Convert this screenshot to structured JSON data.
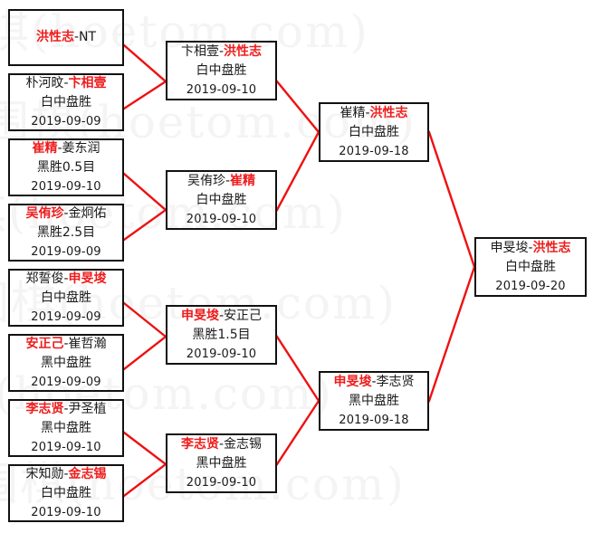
{
  "watermark": {
    "text": "围棋(hoetom.com)",
    "color": "#f4f4f4",
    "repeat_rows": 6
  },
  "colors": {
    "winner": "#ef1c1c",
    "loser": "#1a1a1a",
    "box_border": "#111111",
    "connector": "#ee1111",
    "background": "#ffffff"
  },
  "bracket": {
    "rounds": [
      {
        "name": "round-1",
        "matches": [
          {
            "id": "r1m1",
            "winner": "洪性志",
            "loser": "NT",
            "result": "",
            "date": ""
          },
          {
            "id": "r1m2",
            "winner": "卞相壹",
            "loser": "朴河旼",
            "winner_first": false,
            "result": "白中盘胜",
            "date": "2019-09-09"
          },
          {
            "id": "r1m3",
            "winner": "崔精",
            "loser": "姜东润",
            "result": "黑胜0.5目",
            "date": "2019-09-10"
          },
          {
            "id": "r1m4",
            "winner": "吴侑珍",
            "loser": "金炯佑",
            "result": "黑胜2.5目",
            "date": "2019-09-09"
          },
          {
            "id": "r1m5",
            "winner": "申旻埈",
            "loser": "郑誓俊",
            "winner_first": false,
            "result": "白中盘胜",
            "date": "2019-09-09"
          },
          {
            "id": "r1m6",
            "winner": "安正己",
            "loser": "崔哲瀚",
            "result": "黑中盘胜",
            "date": "2019-09-09"
          },
          {
            "id": "r1m7",
            "winner": "李志贤",
            "loser": "尹圣植",
            "result": "黑中盘胜",
            "date": "2019-09-10"
          },
          {
            "id": "r1m8",
            "winner": "金志锡",
            "loser": "宋知勋",
            "winner_first": false,
            "result": "白中盘胜",
            "date": "2019-09-10"
          }
        ]
      },
      {
        "name": "round-2",
        "matches": [
          {
            "id": "r2m1",
            "winner": "洪性志",
            "loser": "卞相壹",
            "winner_first": false,
            "result": "白中盘胜",
            "date": "2019-09-10"
          },
          {
            "id": "r2m2",
            "winner": "崔精",
            "loser": "吴侑珍",
            "winner_first": false,
            "result": "白中盘胜",
            "date": "2019-09-10"
          },
          {
            "id": "r2m3",
            "winner": "申旻埈",
            "loser": "安正己",
            "result": "黑胜1.5目",
            "date": "2019-09-10"
          },
          {
            "id": "r2m4",
            "winner": "李志贤",
            "loser": "金志锡",
            "result": "黑中盘胜",
            "date": "2019-09-10"
          }
        ]
      },
      {
        "name": "semifinal",
        "matches": [
          {
            "id": "r3m1",
            "winner": "洪性志",
            "loser": "崔精",
            "winner_first": false,
            "result": "白中盘胜",
            "date": "2019-09-18"
          },
          {
            "id": "r3m2",
            "winner": "申旻埈",
            "loser": "李志贤",
            "result": "黑中盘胜",
            "date": "2019-09-18"
          }
        ]
      },
      {
        "name": "final",
        "matches": [
          {
            "id": "r4m1",
            "winner": "洪性志",
            "loser": "申旻埈",
            "winner_first": false,
            "result": "白中盘胜",
            "date": "2019-09-20"
          }
        ]
      }
    ]
  },
  "labels": {
    "r1m1_left": "洪性志",
    "r1m1_right": "NT",
    "r1m2_left": "朴河旼",
    "r1m2_right": "卞相壹",
    "r1m2_result": "白中盘胜",
    "r1m2_date": "2019-09-09",
    "r1m3_left": "崔精",
    "r1m3_right": "姜东润",
    "r1m3_result": "黑胜0.5目",
    "r1m3_date": "2019-09-10",
    "r1m4_left": "吴侑珍",
    "r1m4_right": "金炯佑",
    "r1m4_result": "黑胜2.5目",
    "r1m4_date": "2019-09-09",
    "r1m5_left": "郑誓俊",
    "r1m5_right": "申旻埈",
    "r1m5_result": "白中盘胜",
    "r1m5_date": "2019-09-09",
    "r1m6_left": "安正己",
    "r1m6_right": "崔哲瀚",
    "r1m6_result": "黑中盘胜",
    "r1m6_date": "2019-09-09",
    "r1m7_left": "李志贤",
    "r1m7_right": "尹圣植",
    "r1m7_result": "黑中盘胜",
    "r1m7_date": "2019-09-10",
    "r1m8_left": "宋知勋",
    "r1m8_right": "金志锡",
    "r1m8_result": "白中盘胜",
    "r1m8_date": "2019-09-10",
    "r2m1_left": "卞相壹",
    "r2m1_right": "洪性志",
    "r2m1_result": "白中盘胜",
    "r2m1_date": "2019-09-10",
    "r2m2_left": "吴侑珍",
    "r2m2_right": "崔精",
    "r2m2_result": "白中盘胜",
    "r2m2_date": "2019-09-10",
    "r2m3_left": "申旻埈",
    "r2m3_right": "安正己",
    "r2m3_result": "黑胜1.5目",
    "r2m3_date": "2019-09-10",
    "r2m4_left": "李志贤",
    "r2m4_right": "金志锡",
    "r2m4_result": "黑中盘胜",
    "r2m4_date": "2019-09-10",
    "r3m1_left": "崔精",
    "r3m1_right": "洪性志",
    "r3m1_result": "白中盘胜",
    "r3m1_date": "2019-09-18",
    "r3m2_left": "申旻埈",
    "r3m2_right": "李志贤",
    "r3m2_result": "黑中盘胜",
    "r3m2_date": "2019-09-18",
    "r4m1_left": "申旻埈",
    "r4m1_right": "洪性志",
    "r4m1_result": "白中盘胜",
    "r4m1_date": "2019-09-20",
    "dash": "-"
  }
}
